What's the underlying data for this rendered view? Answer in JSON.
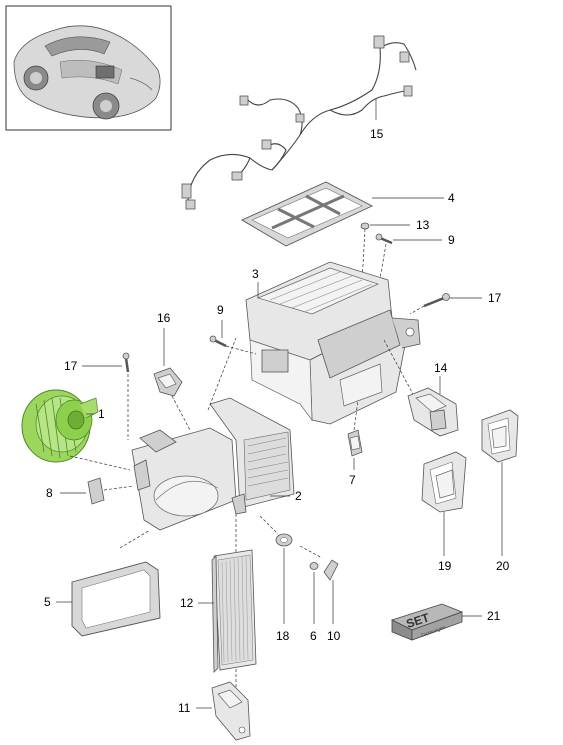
{
  "callouts": {
    "c1": "1",
    "c2": "2",
    "c3": "3",
    "c4": "4",
    "c5": "5",
    "c6": "6",
    "c7": "7",
    "c8": "8",
    "c9a": "9",
    "c9b": "9",
    "c10": "10",
    "c11": "11",
    "c12": "12",
    "c13": "13",
    "c14": "14",
    "c15": "15",
    "c16": "16",
    "c17a": "17",
    "c17b": "17",
    "c18": "18",
    "c19": "19",
    "c20": "20",
    "c21": "21"
  },
  "set_box": {
    "label": "SET",
    "sublabel": "Dichtungen"
  },
  "colors": {
    "highlight": "#9cd65f",
    "highlight_stroke": "#4c8a1f",
    "part": "#e7e7e7",
    "line": "#333333"
  }
}
